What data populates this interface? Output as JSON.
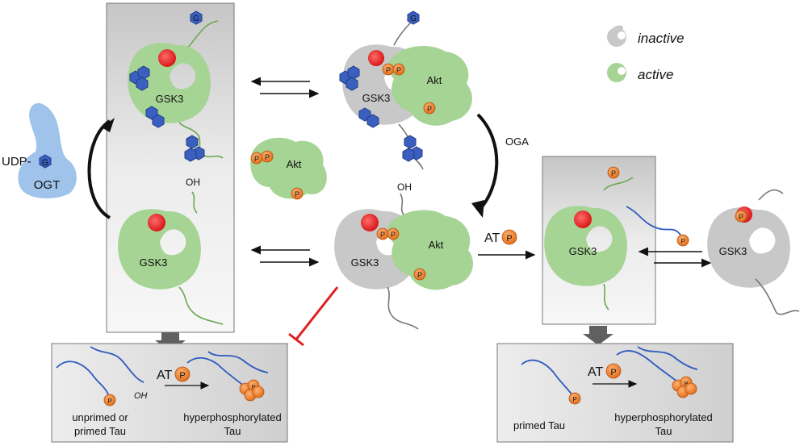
{
  "legend": {
    "inactive_label": "inactive",
    "active_label": "active",
    "inactive_color": "#c8c8c8",
    "active_color": "#a6d494"
  },
  "colors": {
    "glyco": "#3a5fbf",
    "phospho": "#e8832a",
    "inhibit": "#e02020",
    "ogt": "#9fc3ea",
    "tau": "#2e5bbf"
  },
  "labels": {
    "gsk3": "GSK3",
    "akt": "Akt",
    "ogt": "OGT",
    "udp": "UDP-",
    "glyco_letter": "G",
    "phospho_letter": "P",
    "oh": "OH",
    "oga": "OGA",
    "atp_prefix": "AT"
  },
  "bottom_left": {
    "unprimed_line1": "unprimed or",
    "unprimed_line2": "primed Tau",
    "hyper_line1": "hyperphosphorylated",
    "hyper_line2": "Tau",
    "oh": "OH"
  },
  "bottom_right": {
    "primed": "primed Tau",
    "hyper_line1": "hyperphosphorylated",
    "hyper_line2": "Tau"
  }
}
